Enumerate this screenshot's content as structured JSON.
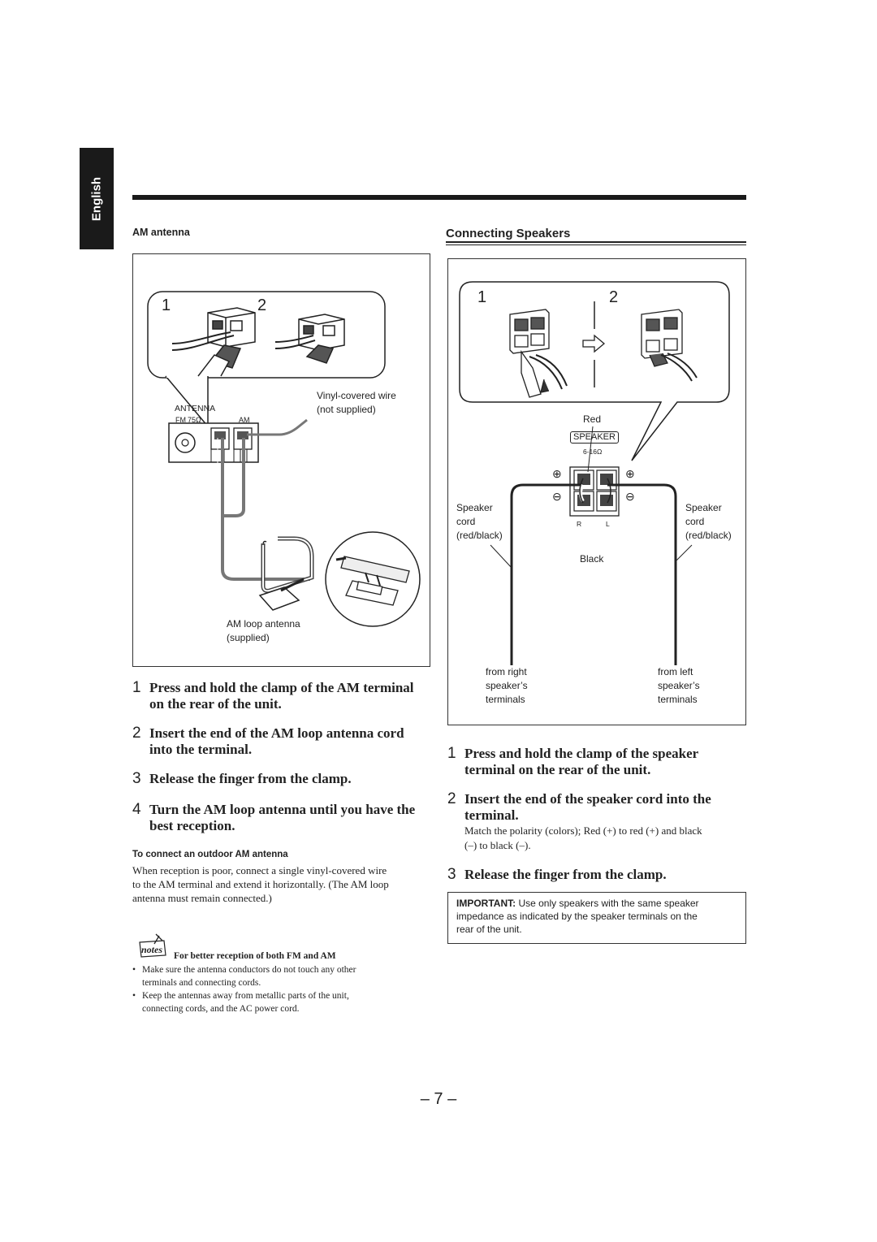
{
  "language_tab": "English",
  "am": {
    "heading": "AM antenna",
    "fig": {
      "step1": "1",
      "step2": "2",
      "antenna_label": "ANTENNA",
      "fm_label": "FM",
      "fm_ohm": "75Ω",
      "am_label": "AM",
      "wire_line1": "Vinyl-covered wire",
      "wire_line2": "(not supplied)",
      "loop_line1": "AM loop antenna",
      "loop_line2": "(supplied)"
    },
    "steps": [
      {
        "num": "1",
        "line1": "Press and hold the clamp of the AM terminal",
        "line2": "on the rear of the unit."
      },
      {
        "num": "2",
        "line1": "Insert the end of the AM loop antenna cord",
        "line2": "into the terminal."
      },
      {
        "num": "3",
        "line1": "Release the finger from the clamp.",
        "line2": ""
      },
      {
        "num": "4",
        "line1": "Turn the AM loop antenna until you have the",
        "line2": "best reception."
      }
    ],
    "outdoor_heading": "To connect an outdoor AM antenna",
    "outdoor_lines": [
      "When reception is poor, connect a single vinyl-covered wire",
      "to the AM terminal and extend it horizontally. (The AM loop",
      "antenna must remain connected.)"
    ],
    "notes": {
      "badge": "notes",
      "title": "For better reception of both FM and AM",
      "items": [
        {
          "line1": "Make sure the antenna conductors do not touch any other",
          "line2": "terminals and connecting cords."
        },
        {
          "line1": "Keep the antennas away from metallic parts of the unit,",
          "line2": "connecting cords, and the AC power cord."
        }
      ]
    }
  },
  "speakers": {
    "heading": "Connecting Speakers",
    "fig": {
      "step1": "1",
      "step2": "2",
      "red": "Red",
      "speaker_label": "SPEAKER",
      "impedance": "6-16Ω",
      "black": "Black",
      "r": "R",
      "l": "L",
      "plus": "⊕",
      "minus": "⊖",
      "cord_left": [
        "Speaker",
        "cord",
        "(red/black)"
      ],
      "cord_right": [
        "Speaker",
        "cord",
        "(red/black)"
      ],
      "from_right": [
        "from right",
        "speaker’s",
        "terminals"
      ],
      "from_left": [
        "from left",
        "speaker’s",
        "terminals"
      ]
    },
    "steps": [
      {
        "num": "1",
        "line1": "Press and hold the clamp of the speaker",
        "line2": "terminal on the rear of the unit."
      },
      {
        "num": "2",
        "line1": "Insert the end of the speaker cord into the",
        "line2": "terminal."
      },
      {
        "num": "3",
        "line1": "Release the finger from the clamp.",
        "line2": ""
      }
    ],
    "polarity_lines": [
      "Match the polarity (colors); Red (+) to red (+) and black",
      "(–) to black (–)."
    ],
    "important": {
      "label": "IMPORTANT:",
      "lines": [
        " Use only speakers with the same speaker",
        "impedance as indicated by the speaker terminals on the",
        "rear of the unit."
      ]
    }
  },
  "page_number": "– 7 –"
}
